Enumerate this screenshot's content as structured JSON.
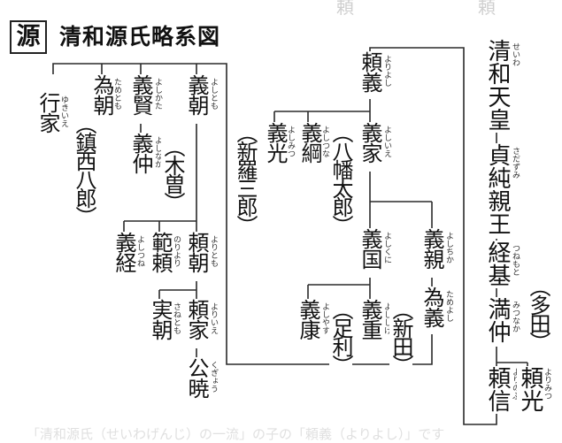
{
  "title": {
    "badge": "源",
    "text": "清和源氏略系図"
  },
  "bleed": {
    "top_left": "頼",
    "top_right": "頼",
    "bottom": "「清和源氏（せいわげんじ）の一流」の子の「頼義（よりよし）」です"
  },
  "people": {
    "seiwa": {
      "name": "清和天皇",
      "ruby": "せいわ"
    },
    "sadazumi": {
      "name": "貞純親王",
      "ruby": "さだずみ"
    },
    "tsunemoto": {
      "name": "経基",
      "ruby": "つねもと"
    },
    "mitsunaka": {
      "name": "満仲",
      "ruby": "みつなか",
      "alias": "（多田）"
    },
    "yorinobu": {
      "name": "頼信",
      "ruby": "よりのぶ"
    },
    "yorimitsu": {
      "name": "頼光",
      "ruby": "よりみつ"
    },
    "yoriyoshi": {
      "name": "頼義",
      "ruby": "よりよし"
    },
    "yoshiie": {
      "name": "義家",
      "ruby": "よしいえ",
      "alias": "（八幡太郎）"
    },
    "yoshitsuna": {
      "name": "義綱",
      "ruby": "よしつな"
    },
    "yoshimitsu": {
      "name": "義光",
      "ruby": "よしみつ",
      "alias": "（新羅三郎）"
    },
    "yoshikuni": {
      "name": "義国",
      "ruby": "よしくに"
    },
    "yoshichika": {
      "name": "義親",
      "ruby": "よしちか"
    },
    "tameyoshi": {
      "name": "為義",
      "ruby": "ためよし"
    },
    "yoshishige": {
      "name": "義重",
      "ruby": "よししげ",
      "alias": "（新田）"
    },
    "yoshiyasu": {
      "name": "義康",
      "ruby": "よしやす",
      "alias": "（足利）"
    },
    "yoshitomo": {
      "name": "義朝",
      "ruby": "よしとも"
    },
    "yoshikata": {
      "name": "義賢",
      "ruby": "よしかた"
    },
    "tametomo": {
      "name": "為朝",
      "ruby": "ためとも",
      "alias": "（鎮西八郎）"
    },
    "yukiie": {
      "name": "行家",
      "ruby": "ゆきいえ"
    },
    "yoshinaka": {
      "name": "義仲",
      "ruby": "よしなか",
      "alias": "（木曽）"
    },
    "yoritomo": {
      "name": "頼朝",
      "ruby": "よりとも"
    },
    "noriyori": {
      "name": "範頼",
      "ruby": "のりより"
    },
    "yoshitsune": {
      "name": "義経",
      "ruby": "よしつね"
    },
    "yoriie": {
      "name": "頼家",
      "ruby": "よりいえ"
    },
    "sanetomo": {
      "name": "実朝",
      "ruby": "さねとも"
    },
    "kugyo": {
      "name": "公暁",
      "ruby": "くぎょう"
    }
  }
}
